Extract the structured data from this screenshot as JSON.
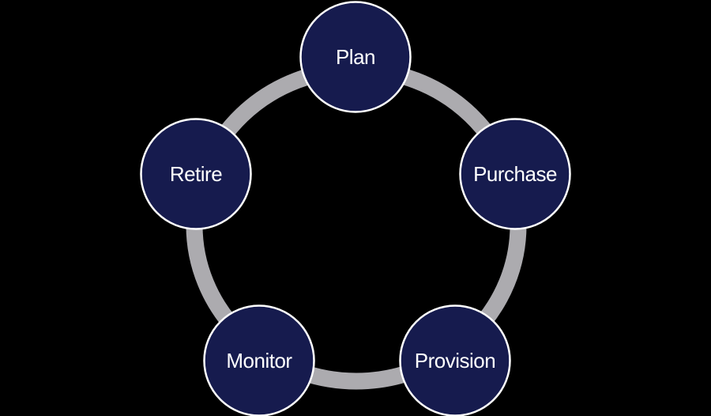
{
  "diagram": {
    "type": "cycle",
    "stages": [
      {
        "label": "Plan"
      },
      {
        "label": "Purchase"
      },
      {
        "label": "Provision"
      },
      {
        "label": "Monitor"
      },
      {
        "label": "Retire"
      }
    ],
    "colors": {
      "node_fill": "#161B4E",
      "node_border": "#FFFFFF",
      "ring": "#ACABAF",
      "label_text": "#FFFFFF",
      "background": "#000000"
    }
  }
}
